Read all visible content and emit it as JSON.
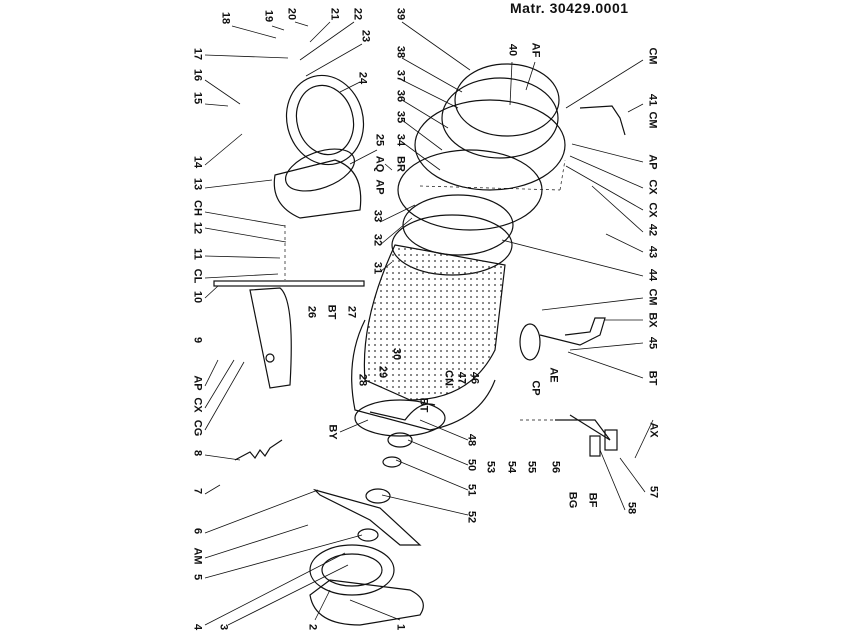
{
  "header": {
    "matr": "Matr. 30429.0001"
  },
  "labels": {
    "l18": "18",
    "l19": "19",
    "l20": "20",
    "l21": "21",
    "l22": "22",
    "l23": "23",
    "l17": "17",
    "l16": "16",
    "l15": "15",
    "l14": "14",
    "l13": "13",
    "lCH": "CH",
    "l12": "12",
    "l11": "11",
    "lCL": "CL",
    "l10": "10",
    "l24": "24",
    "l25": "25",
    "lAQ": "AQ",
    "lBR": "BR",
    "lAP1": "AP",
    "l34": "34",
    "l35": "35",
    "l36": "36",
    "l37": "37",
    "l38": "38",
    "l39": "39",
    "l33": "33",
    "l32": "32",
    "l31": "31",
    "l9": "9",
    "lAP2": "AP",
    "lCX1": "CX",
    "lCG": "CG",
    "l8": "8",
    "l7": "7",
    "l6": "6",
    "lAM": "AM",
    "l5": "5",
    "l4": "4",
    "l3": "3",
    "l2": "2",
    "l1": "1",
    "l26": "26",
    "lBT1": "BT",
    "l27": "27",
    "l28": "28",
    "l29": "29",
    "l30": "30",
    "lCN": "CN",
    "l47": "47",
    "l46": "46",
    "lBT2": "BT",
    "lBY": "BY",
    "l48": "48",
    "l50": "50",
    "l51": "51",
    "l52": "52",
    "l53": "53",
    "l54": "54",
    "l55": "55",
    "l56": "56",
    "lBG": "BG",
    "lBF": "BF",
    "l58": "58",
    "l57": "57",
    "lAX": "AX",
    "lAE": "AE",
    "lCP": "CP",
    "l45": "45",
    "lBT3": "BT",
    "lBX": "BX",
    "lCM1": "CM",
    "l44": "44",
    "l43": "43",
    "l42": "42",
    "lCX2": "CX",
    "lCX3": "CX",
    "lAP3": "AP",
    "lCM2": "CM",
    "l41": "41",
    "lCM3": "CM",
    "l40": "40",
    "lAF": "AF"
  }
}
